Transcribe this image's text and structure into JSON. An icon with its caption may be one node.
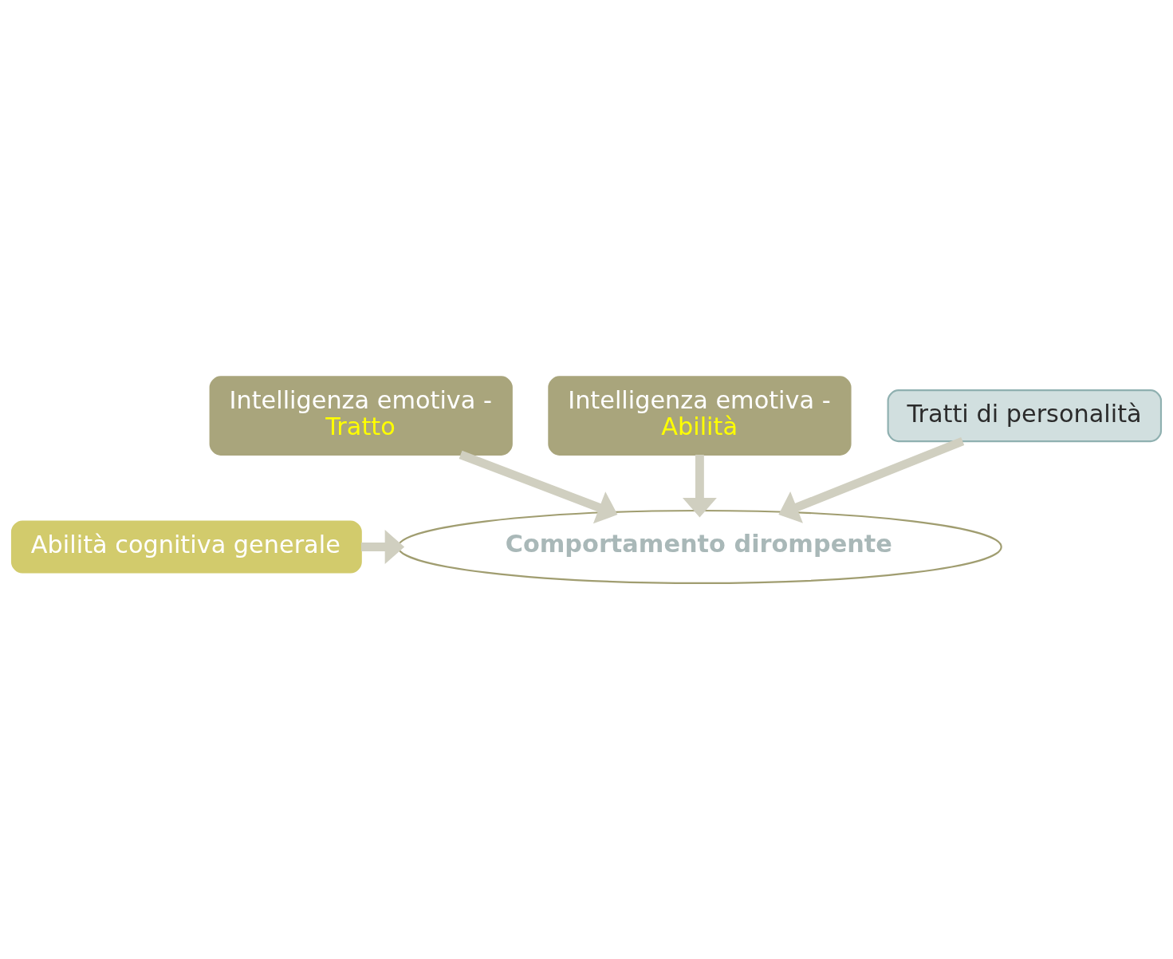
{
  "diagram": {
    "nodes": [
      {
        "text": [
          "Intelligenza emotiva -",
          "Tratto"
        ]
      },
      {
        "text": [
          "Intelligenza emotiva -",
          "Abilità"
        ]
      },
      {
        "text": [
          "Tratti di personalità"
        ]
      },
      {
        "text": [
          "Abilità cognitiva generale"
        ]
      },
      {
        "text": [
          "Comportamento dirompente"
        ]
      }
    ],
    "edges": [
      {
        "from": 0,
        "to": 4,
        "arrow": "to"
      },
      {
        "from": 1,
        "to": 4,
        "arrow": "to"
      },
      {
        "from": 2,
        "to": 4,
        "arrow": "to"
      },
      {
        "from": 3,
        "to": 4,
        "arrow": "to"
      }
    ]
  }
}
